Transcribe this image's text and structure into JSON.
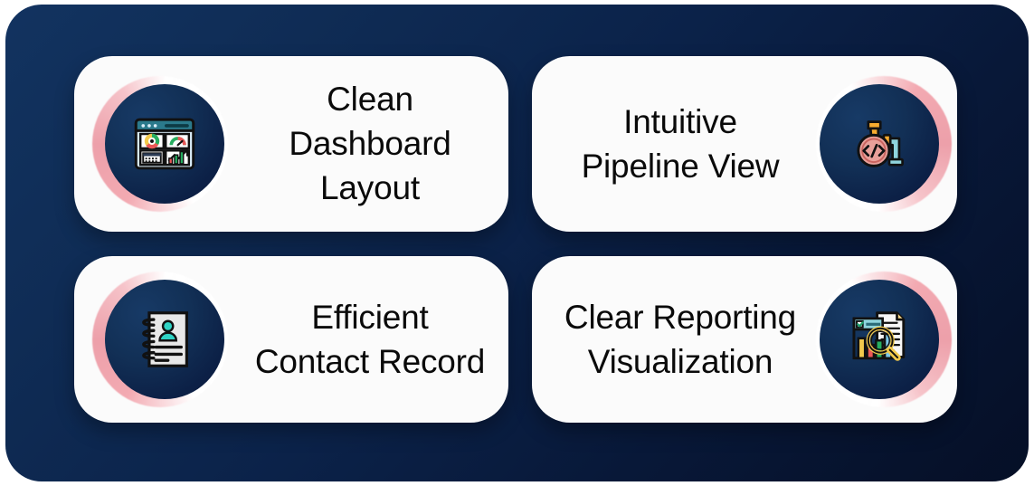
{
  "page": {
    "background": "#ffffff",
    "panel_gradient_from": "#123360",
    "panel_gradient_to": "#050f26",
    "accent_ring": "#eda0aa",
    "card_background": "#fbfbfb",
    "text_color": "#0a0a0a",
    "icon_disc_color": "#0c2046"
  },
  "cards": [
    {
      "id": "clean-dashboard-layout",
      "title": "Clean Dashboard\nLayout",
      "icon_name": "dashboard-layout-icon",
      "icon_position": "left",
      "icon_colors": {
        "window_bar": "#2b7a8c",
        "panel_fill": "#d9ecf7",
        "donut": [
          "#f2c94c",
          "#27ae60",
          "#eb5757"
        ],
        "gauge": [
          "#27ae60",
          "#f2c94c",
          "#eb5757"
        ],
        "bars": "#27ae60",
        "outline": "#111111"
      }
    },
    {
      "id": "intuitive-pipeline-view",
      "title": "Intuitive\nPipeline View",
      "icon_name": "pipeline-code-icon",
      "icon_position": "right",
      "icon_colors": {
        "pipe_orange": "#f6ab2f",
        "pipe_teal": "#8fd4dd",
        "flask_pink": "#e8a09a",
        "code_symbol": "</>",
        "outline": "#111111"
      }
    },
    {
      "id": "efficient-contact-record",
      "title": "Efficient\nContact Record",
      "icon_name": "contact-record-icon",
      "icon_position": "left",
      "icon_colors": {
        "page": "#e8e8e8",
        "person": "#2fd3c4",
        "binding": "#111111",
        "outline": "#111111"
      }
    },
    {
      "id": "clear-reporting-visualization",
      "title": "Clear Reporting\nVisualization",
      "icon_name": "reporting-visualization-icon",
      "icon_position": "right",
      "icon_colors": {
        "document": "#f2f2f2",
        "checkbox_band": "#8fd4dd",
        "bars": [
          "#f2c94c",
          "#eb5757",
          "#27ae60",
          "#7cc7e8"
        ],
        "magnifier": "#f2c94c",
        "outline": "#111111"
      }
    }
  ]
}
